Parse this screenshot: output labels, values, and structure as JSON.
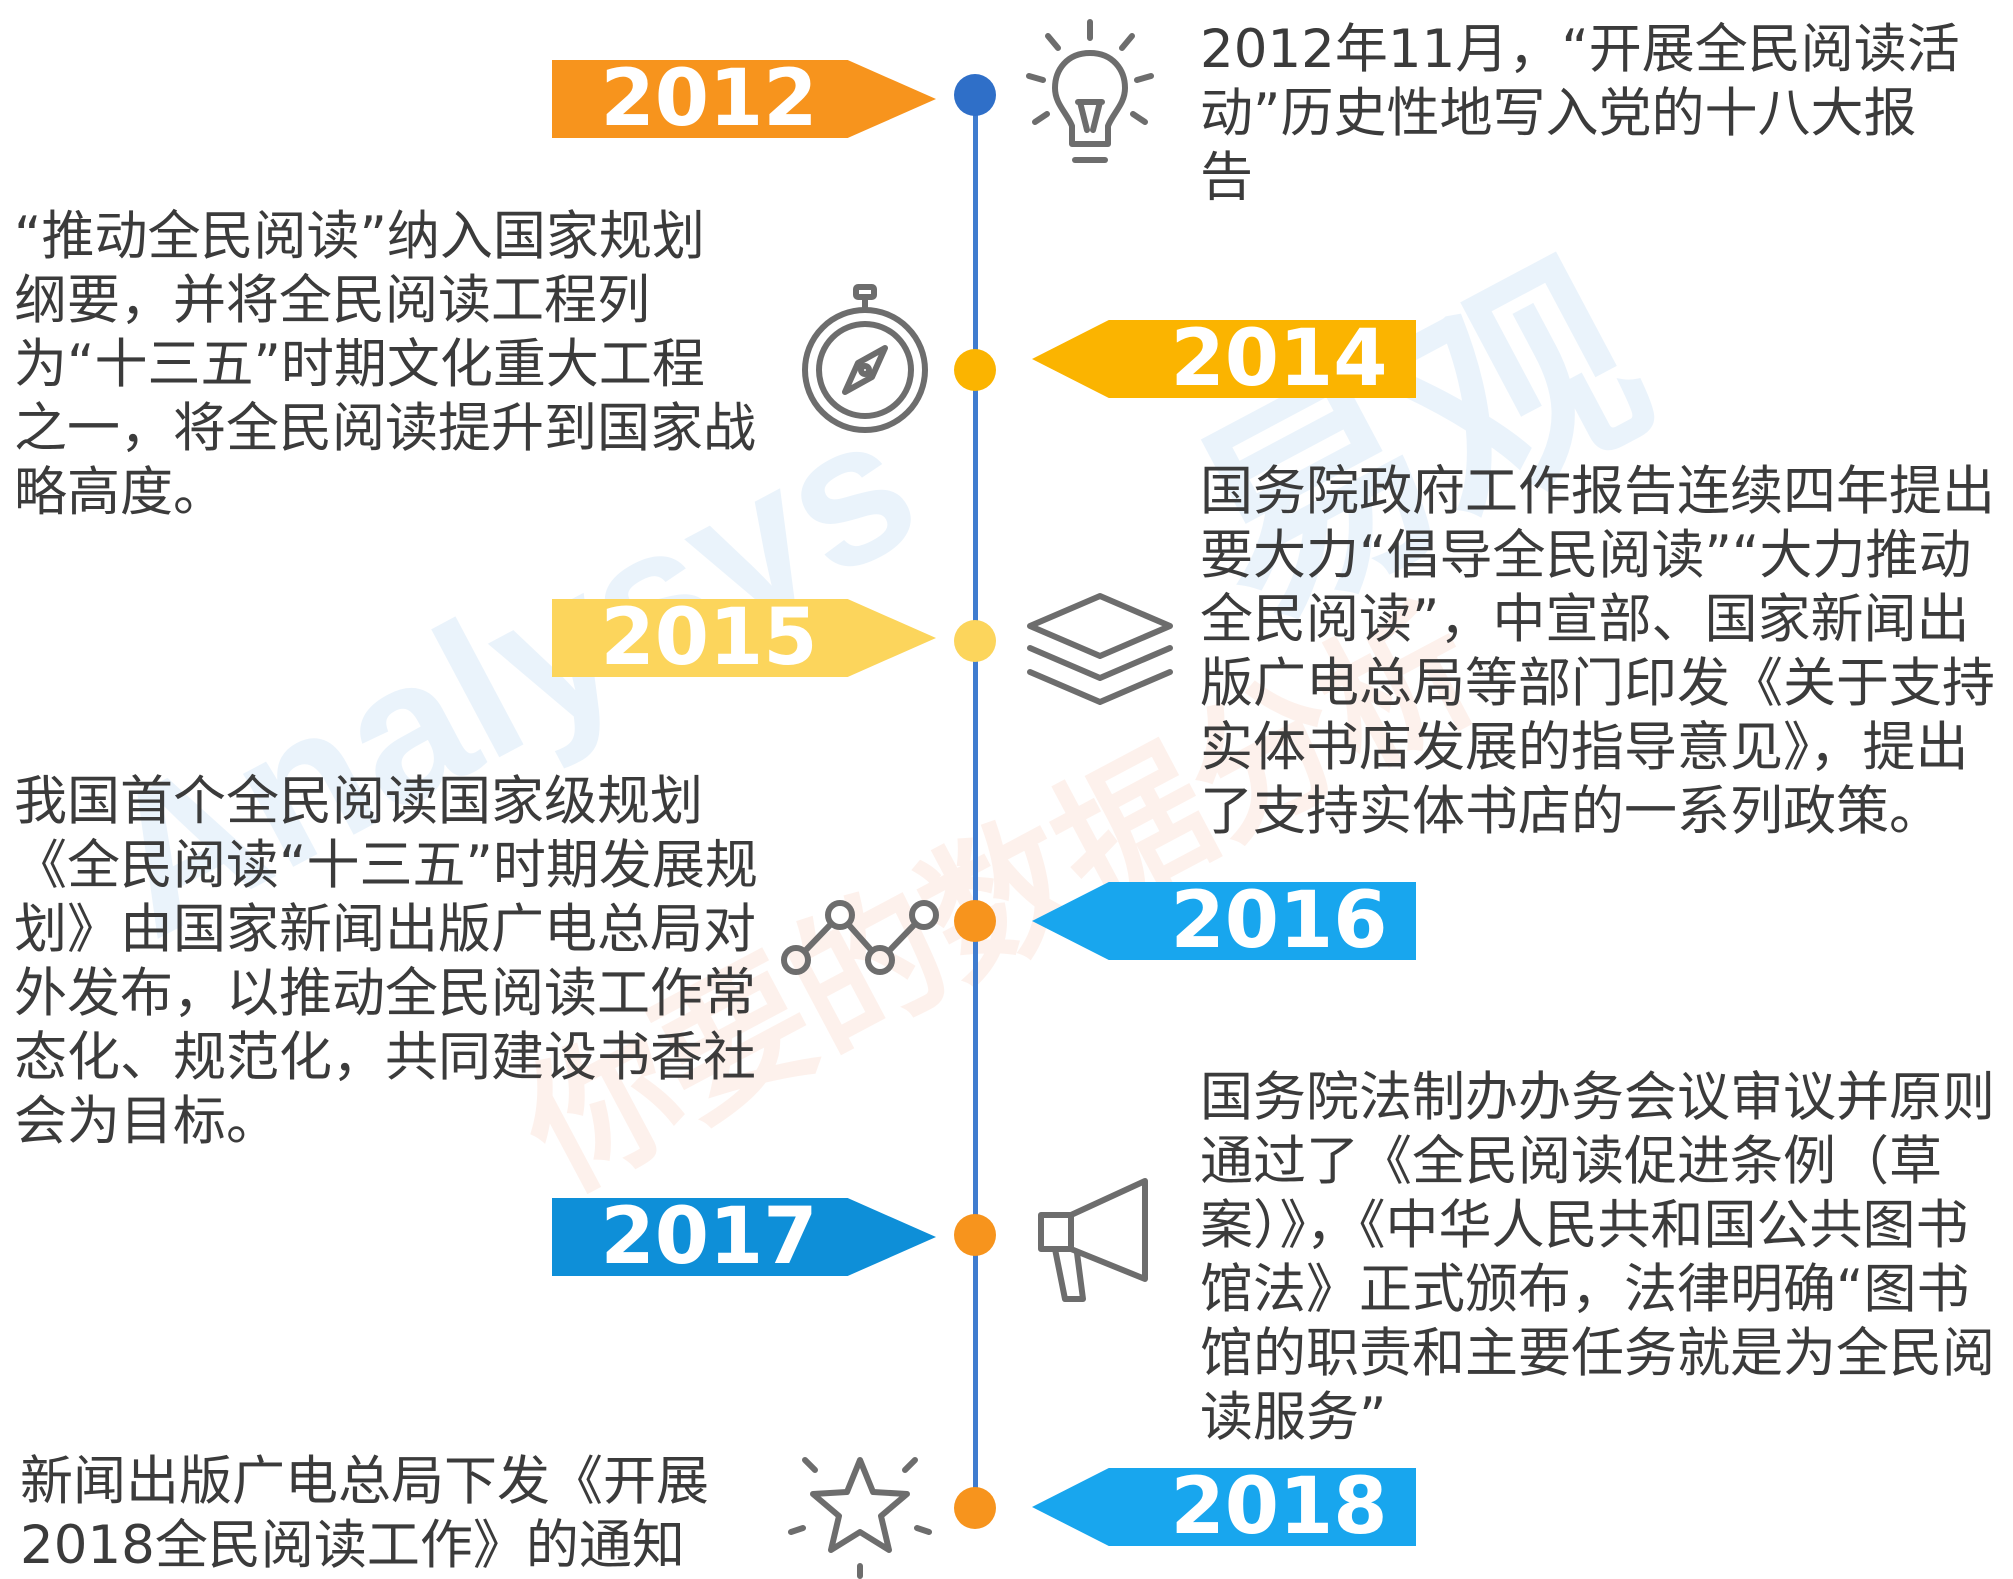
{
  "watermark": {
    "brand_latin": "Analysys",
    "brand_cn": "易观",
    "tagline": "你要的数据分析"
  },
  "colors": {
    "line": "#3f7ccf",
    "orange": "#f7941d",
    "amber": "#fbb400",
    "light_amber": "#fcd55c",
    "sky_blue": "#18a6ee",
    "blue": "#0e8fd8",
    "icon_gray": "#6d6d6d"
  },
  "events": [
    {
      "year": "2012",
      "icon": "lightbulb-icon",
      "description": "2012年11月，“开展全民阅读活动”历史性地写入党的十八大报告"
    },
    {
      "year": "2014",
      "icon": "compass-icon",
      "description": "“推动全民阅读”纳入国家规划纲要，并将全民阅读工程列为“十三五”时期文化重大工程之一，将全民阅读提升到国家战略高度。"
    },
    {
      "year": "2015",
      "icon": "layers-icon",
      "description": "国务院政府工作报告连续四年提出要大力“倡导全民阅读”“大力推动全民阅读”，中宣部、国家新闻出版广电总局等部门印发《关于支持实体书店发展的指导意见》，提出了支持实体书店的一系列政策。"
    },
    {
      "year": "2016",
      "icon": "line-chart-icon",
      "description": "我国首个全民阅读国家级规划《全民阅读“十三五”时期发展规划》由国家新闻出版广电总局对外发布，以推动全民阅读工作常态化、规范化，共同建设书香社会为目标。"
    },
    {
      "year": "2017",
      "icon": "megaphone-icon",
      "description": "国务院法制办办务会议审议并原则通过了《全民阅读促进条例（草案）》，《中华人民共和国公共图书馆法》正式颁布，法律明确“图书馆的职责和主要任务就是为全民阅读服务”"
    },
    {
      "year": "2018",
      "icon": "star-icon",
      "description": "新闻出版广电总局下发《开展2018全民阅读工作》的通知"
    }
  ]
}
